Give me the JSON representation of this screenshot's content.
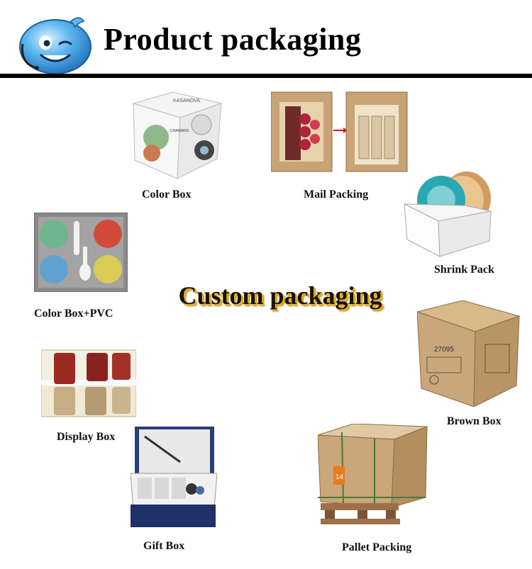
{
  "header": {
    "title": "Product packaging"
  },
  "center": {
    "title": "Custom packaging"
  },
  "items": {
    "color_box": {
      "caption": "Color Box",
      "brand": "KASANOVA",
      "sub": "CHAMARIS"
    },
    "mail_packing": {
      "caption": "Mail Packing"
    },
    "shrink_pack": {
      "caption": "Shrink Pack"
    },
    "color_box_pvc": {
      "caption": "Color Box+PVC"
    },
    "brown_box": {
      "caption": "Brown Box",
      "code": "27095"
    },
    "display_box": {
      "caption": "Display Box"
    },
    "gift_box": {
      "caption": "Gift Box"
    },
    "pallet_packing": {
      "caption": "Pallet Packing",
      "label_number": "14"
    }
  },
  "colors": {
    "mascot_blue": "#3a9fe0",
    "cardboard": "#c9a77a",
    "rule": "#000000",
    "title_shadow": "#e0a410"
  }
}
